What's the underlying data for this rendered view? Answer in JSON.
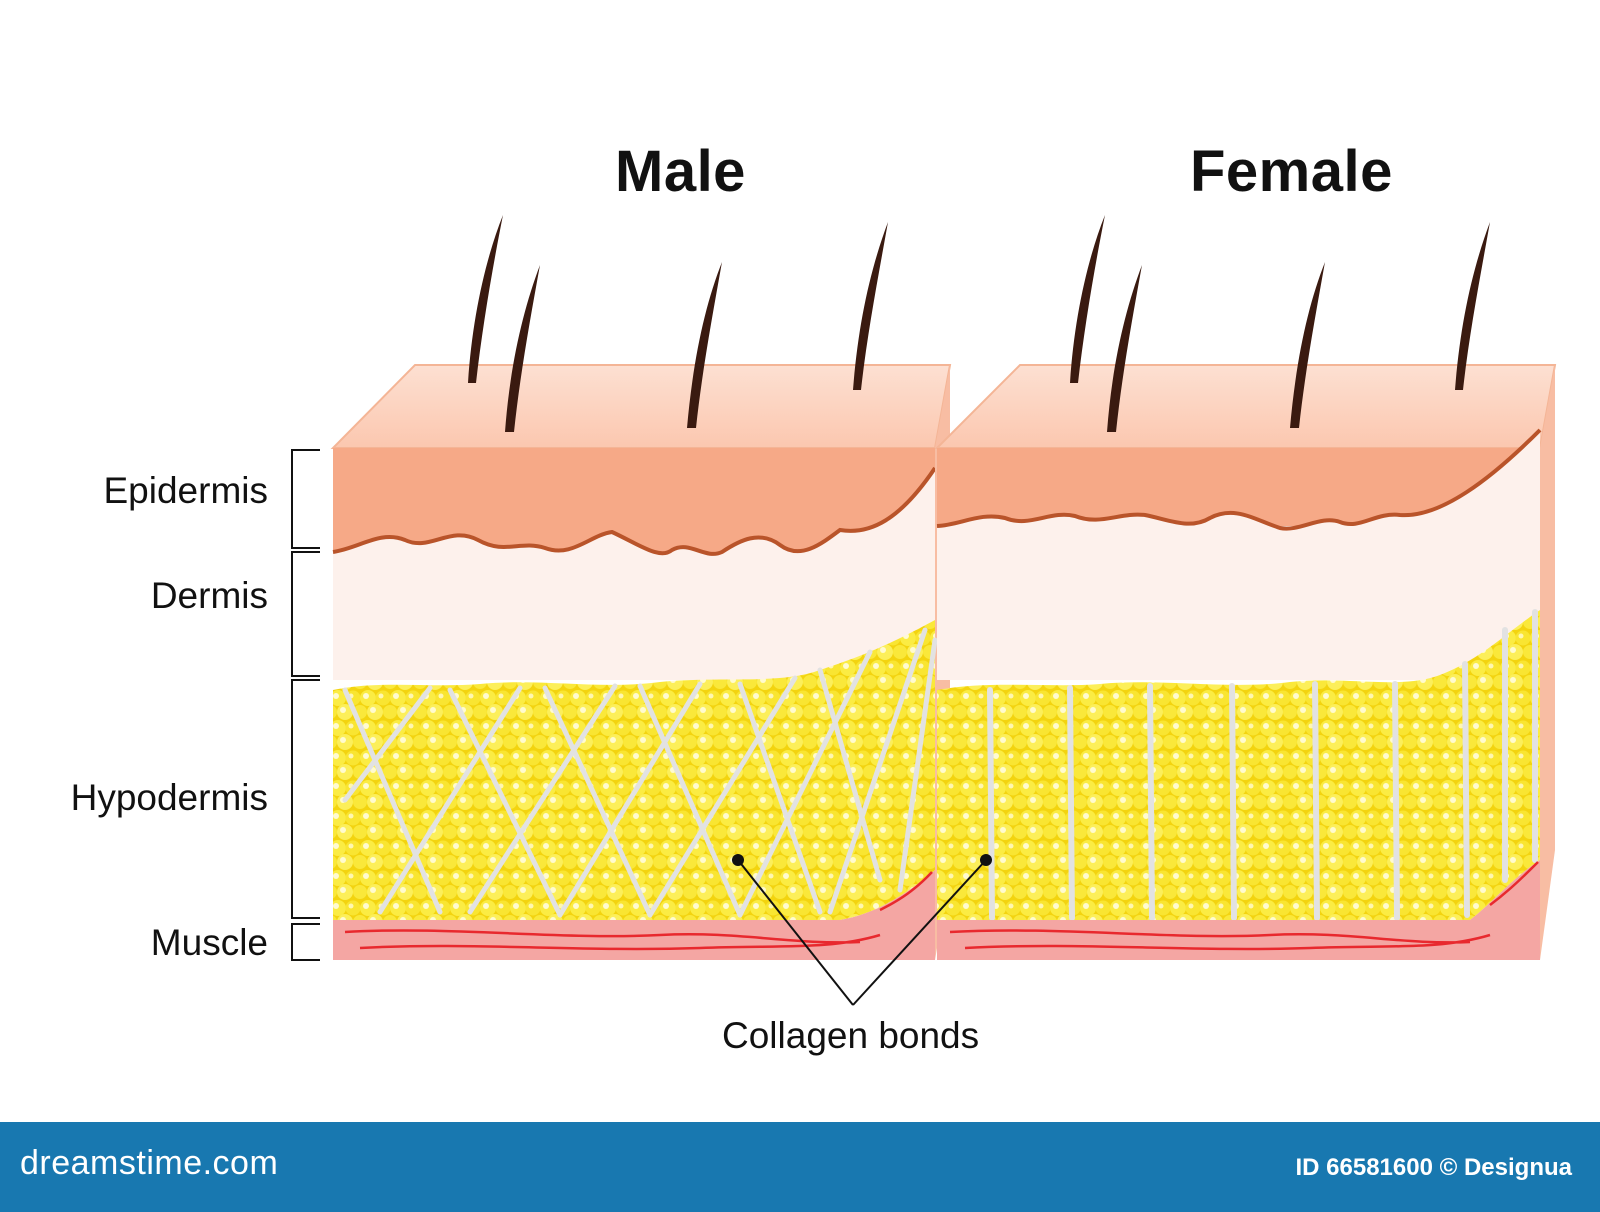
{
  "headings": {
    "male": "Male",
    "female": "Female"
  },
  "layers": [
    {
      "id": "epidermis",
      "label": "Epidermis"
    },
    {
      "id": "dermis",
      "label": "Dermis"
    },
    {
      "id": "hypodermis",
      "label": "Hypodermis"
    },
    {
      "id": "muscle",
      "label": "Muscle"
    }
  ],
  "callout": {
    "label": "Collagen bonds"
  },
  "footer": {
    "brand": "dreamstime.com",
    "id_text": "ID 66581600",
    "copyright": "© Designua"
  },
  "colors": {
    "epidermis": "#f6a987",
    "epidermis_top": "#fcd3c0",
    "dermis": "#fdf0ea",
    "fat": "#f7e11b",
    "fat_light": "#fdf48a",
    "collagen": "#dcdcdc",
    "muscle": "#f2a3a0",
    "muscle_line": "#e8292e",
    "hair": "#3a1a10",
    "border": "#b9542a",
    "footer": "#1878b0"
  }
}
